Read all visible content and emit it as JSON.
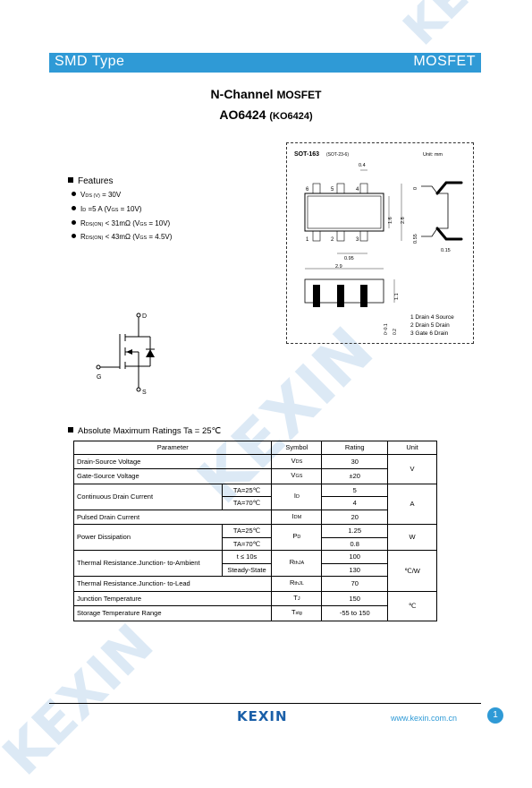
{
  "header": {
    "left": "SMD Type",
    "right": "MOSFET"
  },
  "watermark": {
    "text": "KEXIN"
  },
  "title": {
    "line1_main": "N-Channel ",
    "line1_small": "MOSFET",
    "line2_main": "AO6424",
    "line2_small": "(KO6424)"
  },
  "features": {
    "heading": "Features",
    "items": [
      {
        "a": "V",
        "b": "DS (V)",
        "c": " = 30V"
      },
      {
        "a": "I",
        "b": "D",
        "c": " =5 A (V",
        "d": "GS",
        "e": " = 10V)"
      },
      {
        "a": "R",
        "b": "DS(ON)",
        "c": " < 31mΩ (V",
        "d": "GS",
        "e": " = 10V)"
      },
      {
        "a": "R",
        "b": "DS(ON)",
        "c": " < 43mΩ (V",
        "d": "GS",
        "e": " = 4.5V)"
      }
    ]
  },
  "package": {
    "name": "SOT-163",
    "alt": "(SOT-23-6)",
    "unit": "Unit: mm",
    "dims": [
      "0.4",
      "1.6",
      "2.8",
      "0.95",
      "2.9",
      "1.1",
      "0",
      "0.55",
      "0.15",
      "0~0.1",
      "0.2"
    ],
    "pins_top": [
      "6",
      "5",
      "4"
    ],
    "pins_bottom": [
      "1",
      "2",
      "3"
    ],
    "legend": [
      "1 Drain  4 Source",
      "2 Drain  5 Drain",
      "3 Gate   6 Drain"
    ]
  },
  "symbol": {
    "d": "D",
    "g": "G",
    "s": "S"
  },
  "ratings": {
    "heading": "Absolute Maximum Ratings Ta = 25℃",
    "cols": [
      "Parameter",
      "Symbol",
      "Rating",
      "Unit"
    ],
    "r1": {
      "p": "Drain-Source Voltage",
      "s": "V",
      "ss": "DS",
      "v": "30"
    },
    "r2": {
      "p": "Gate-Source Voltage",
      "s": "V",
      "ss": "GS",
      "v": "±20"
    },
    "unitV": "V",
    "r3": {
      "p": "Continuous Drain Current",
      "c1": "TA=25℃",
      "c2": "TA=70℃",
      "s": "I",
      "ss": "D",
      "v1": "5",
      "v2": "4"
    },
    "r4": {
      "p": "Pulsed Drain Current",
      "s": "I",
      "ss": "DM",
      "v": "20"
    },
    "unitA": "A",
    "r5": {
      "p": "Power Dissipation",
      "c1": "TA=25℃",
      "c2": "TA=70℃",
      "s": "P",
      "ss": "D",
      "v1": "1.25",
      "v2": "0.8",
      "u": "W"
    },
    "r6": {
      "p": "Thermal Resistance.Junction- to-Ambient",
      "c1": "t ≤ 10s",
      "c2": "Steady-State",
      "s": "R",
      "ss": "thJA",
      "v1": "100",
      "v2": "130"
    },
    "r7": {
      "p": "Thermal Resistance.Junction- to-Lead",
      "s": "R",
      "ss": "thJL",
      "v": "70"
    },
    "unitCW": "℃/W",
    "r8": {
      "p": "Junction Temperature",
      "s": "T",
      "ss": "J",
      "v": "150"
    },
    "r9": {
      "p": "Storage Temperature Range",
      "s": "T",
      "ss": "stg",
      "v": "-55 to 150"
    },
    "unitC": "℃"
  },
  "footer": {
    "logo": "KEXIN",
    "url": "www.kexin.com.cn",
    "page": "1"
  }
}
